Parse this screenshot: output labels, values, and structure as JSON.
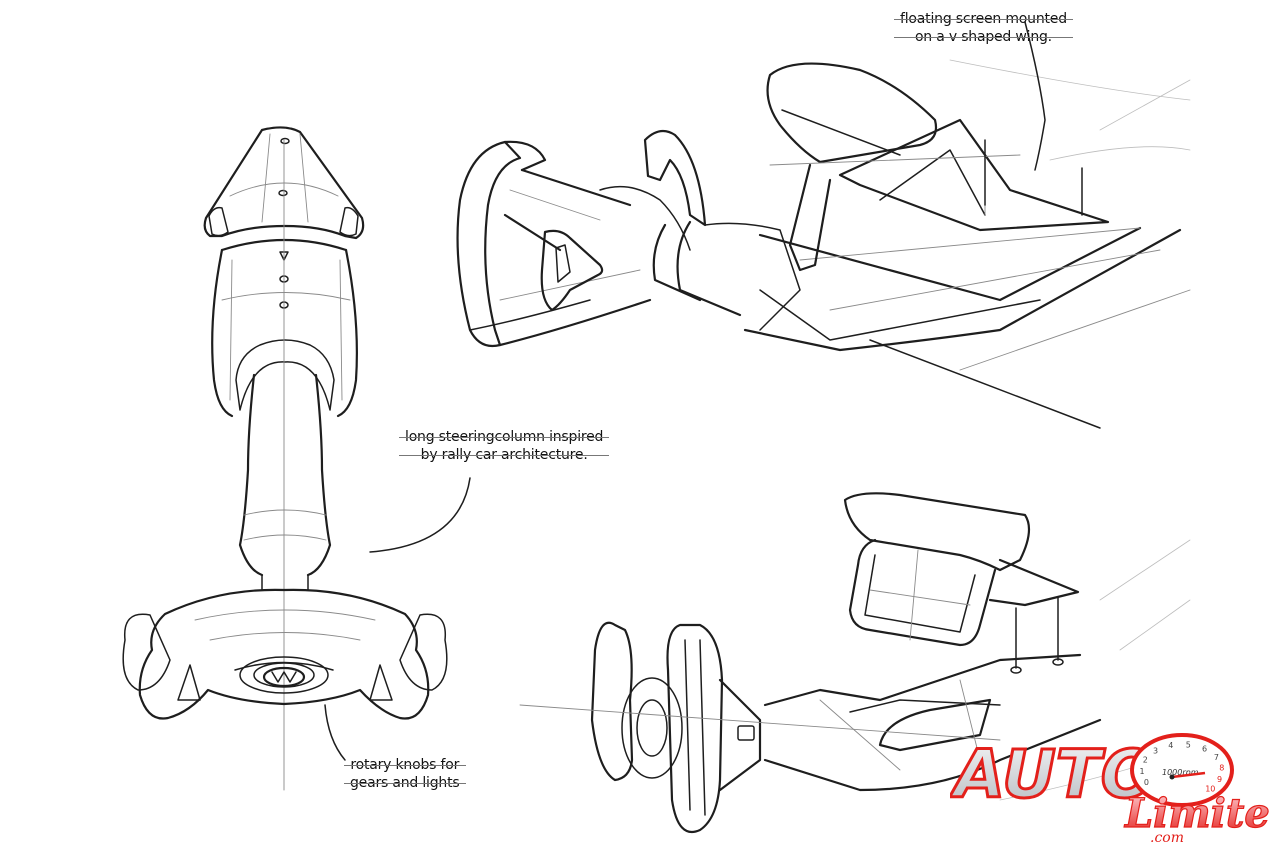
{
  "annotations": {
    "floating_screen": {
      "line1": "floating screen mounted",
      "line2": "on a v shaped wing."
    },
    "steering_column": {
      "line1": "long steeringcolumn inspired",
      "line2": "by rally car architecture."
    },
    "rotary_knobs": {
      "line1": "rotary knobs for",
      "line2": "gears and lights"
    }
  },
  "logo": {
    "word": "AUTO",
    "script": "Limite",
    "suffix": ".com",
    "gauge_label": "1000rpm",
    "gauge_ticks": [
      "0",
      "1",
      "2",
      "3",
      "4",
      "5",
      "6",
      "7",
      "8",
      "9",
      "10"
    ],
    "colors": {
      "red": "#e3201b",
      "silver": "#c9ccd0",
      "pink": "#f07a8a"
    }
  }
}
